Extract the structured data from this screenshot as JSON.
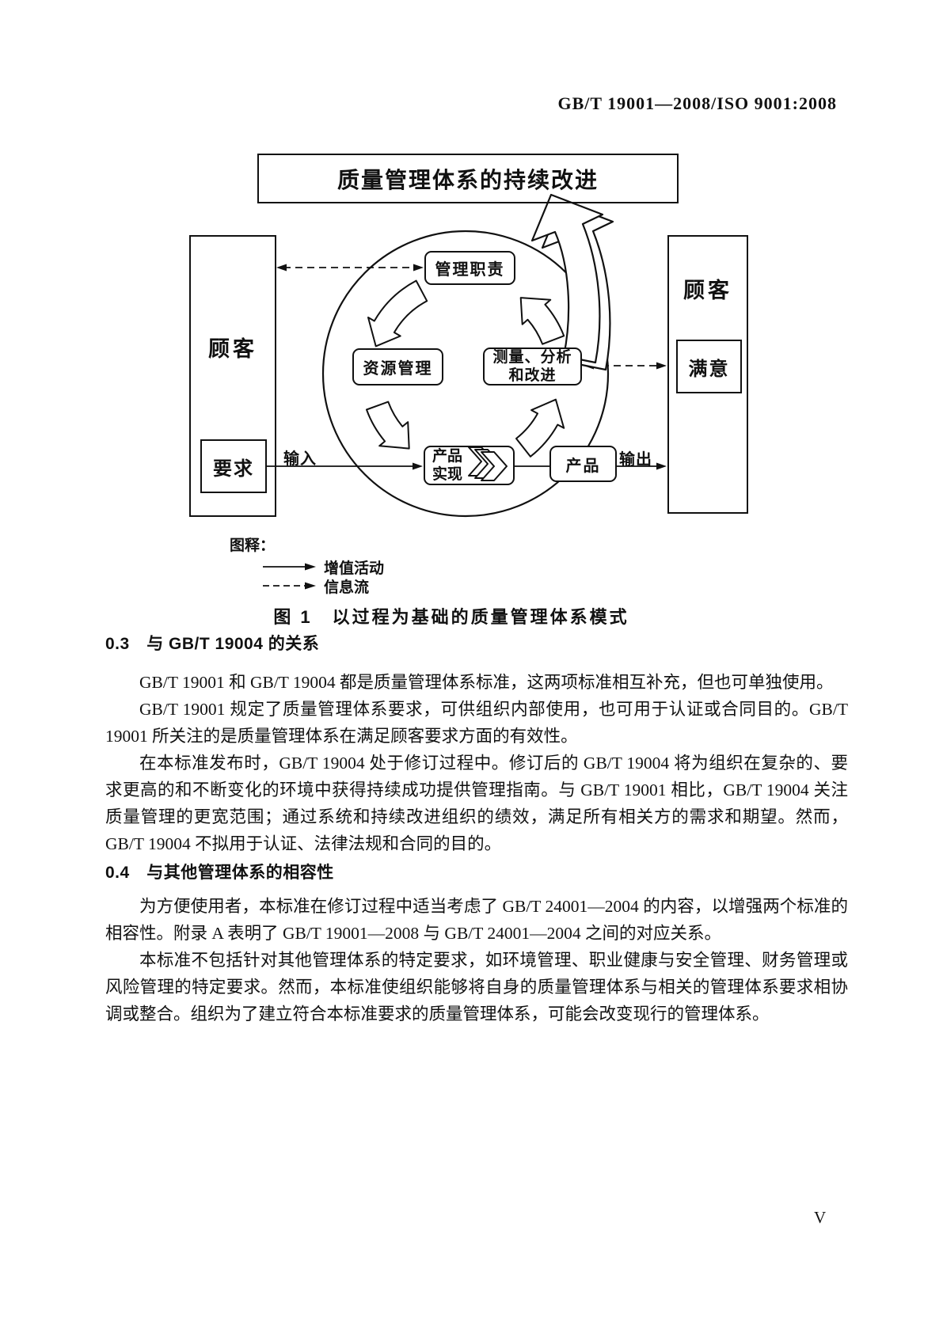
{
  "page": {
    "header": "GB/T 19001—2008/ISO 9001:2008",
    "page_number": "V"
  },
  "figure": {
    "title_box": "质量管理体系的持续改进",
    "customer_left": "顾客",
    "customer_right": "顾客",
    "requirements": "要求",
    "satisfaction": "满意",
    "management": "管理职责",
    "resources": "资源管理",
    "measurement_line1": "测量、分析",
    "measurement_line2": "和改进",
    "realization_line1": "产品",
    "realization_line2": "实现",
    "product": "产品",
    "input_label": "输入",
    "output_label": "输出",
    "legend_title": "图释：",
    "legend_solid": "增值活动",
    "legend_dashed": "信息流",
    "caption": "图 1　以过程为基础的质量管理体系模式"
  },
  "sections": [
    {
      "heading": "0.3　与 GB/T 19004 的关系",
      "paragraphs": [
        "GB/T 19001 和 GB/T 19004 都是质量管理体系标准，这两项标准相互补充，但也可单独使用。",
        "GB/T 19001 规定了质量管理体系要求，可供组织内部使用，也可用于认证或合同目的。GB/T 19001 所关注的是质量管理体系在满足顾客要求方面的有效性。",
        "在本标准发布时，GB/T 19004 处于修订过程中。修订后的 GB/T 19004 将为组织在复杂的、要求更高的和不断变化的环境中获得持续成功提供管理指南。与 GB/T 19001 相比，GB/T 19004 关注质量管理的更宽范围；通过系统和持续改进组织的绩效，满足所有相关方的需求和期望。然而，GB/T 19004 不拟用于认证、法律法规和合同的目的。"
      ]
    },
    {
      "heading": "0.4　与其他管理体系的相容性",
      "paragraphs": [
        "为方便使用者，本标准在修订过程中适当考虑了 GB/T 24001—2004 的内容，以增强两个标准的相容性。附录 A 表明了 GB/T 19001—2008 与 GB/T 24001—2004 之间的对应关系。",
        "本标准不包括针对其他管理体系的特定要求，如环境管理、职业健康与安全管理、财务管理或风险管理的特定要求。然而，本标准使组织能够将自身的质量管理体系与相关的管理体系要求相协调或整合。组织为了建立符合本标准要求的质量管理体系，可能会改变现行的管理体系。"
      ]
    }
  ]
}
